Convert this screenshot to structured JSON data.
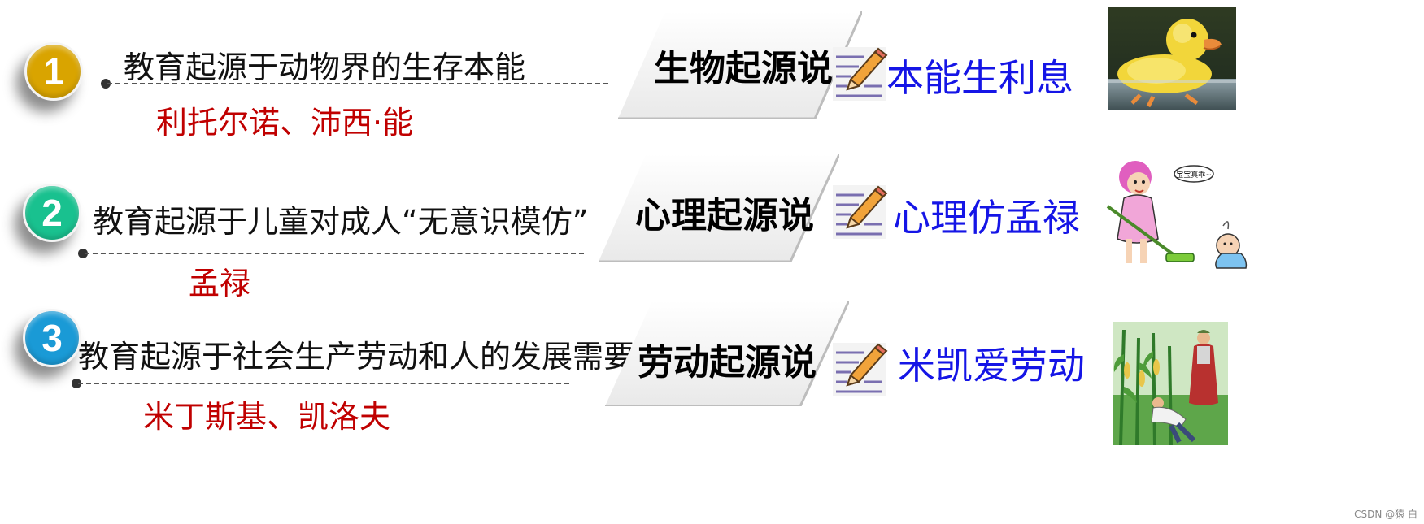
{
  "colors": {
    "badge_1": "#d9a400",
    "badge_2": "#19c18f",
    "badge_3": "#1a9ad6",
    "names": "#c00000",
    "mnemonic": "#1515e6"
  },
  "items": [
    {
      "number": "1",
      "description": "教育起源于动物界的生存本能",
      "representatives": "利托尔诺、沛西·能",
      "theory": "生物起源说",
      "mnemonic": "本能生利息",
      "picture": "duckling"
    },
    {
      "number": "2",
      "description": "教育起源于儿童对成人“无意识模仿”",
      "representatives": "孟禄",
      "theory": "心理起源说",
      "mnemonic": "心理仿孟禄",
      "picture": "cartoon-mother-and-baby",
      "picture_bubble": "宝宝真乖~"
    },
    {
      "number": "3",
      "description": "教育起源于社会生产劳动和人的发展需要",
      "representatives": "米丁斯基、凯洛夫",
      "theory": "劳动起源说",
      "mnemonic": "米凯爱劳动",
      "picture": "farmers-in-cornfield"
    }
  ],
  "watermark": "CSDN @猿 白"
}
